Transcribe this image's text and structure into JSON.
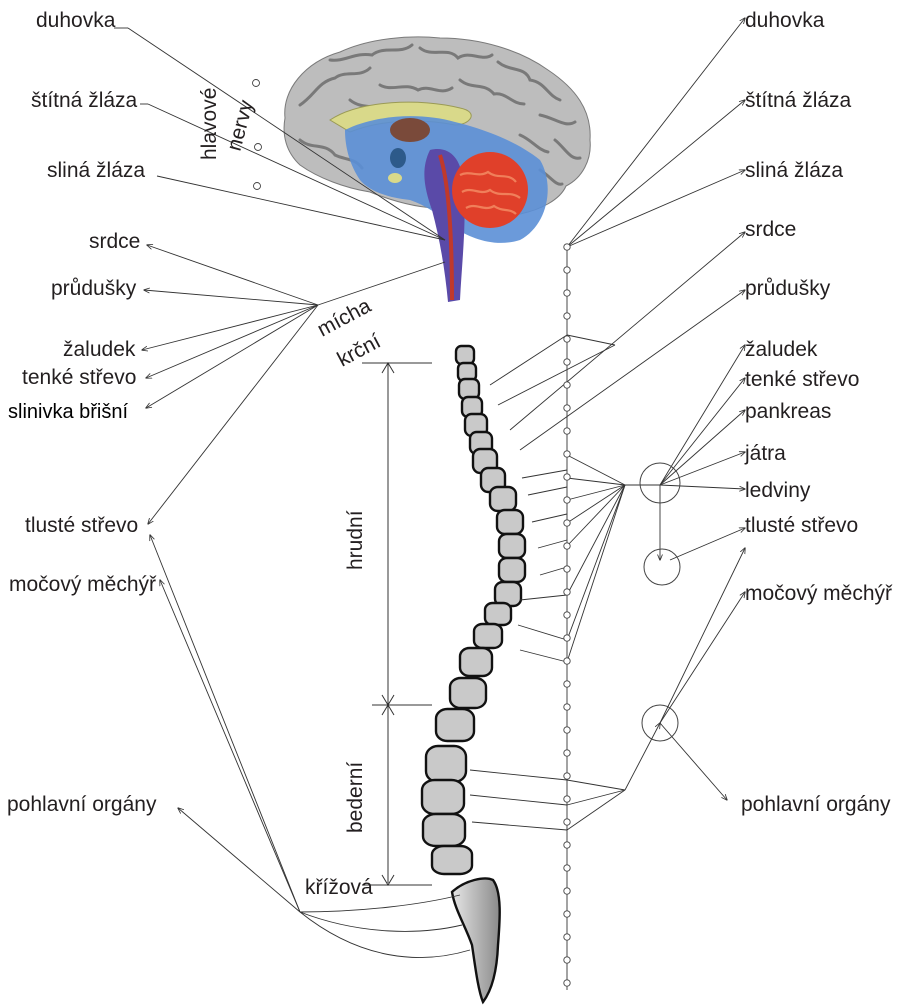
{
  "left_labels": {
    "duhovka": "duhovka",
    "stitna": "štítná žláza",
    "slina": "sliná žláza",
    "srdce": "srdce",
    "prudusky": "průdušky",
    "zaludek": "žaludek",
    "tenke": "tenké střevo",
    "slinivka": "slinivka břišní",
    "tluste": "tlusté střevo",
    "mocovy": "močový měchýř",
    "pohlavni": "pohlavní orgány"
  },
  "right_labels": {
    "duhovka": "duhovka",
    "stitna": "štítná žláza",
    "slina": "sliná žláza",
    "srdce": "srdce",
    "prudusky": "průdušky",
    "zaludek": "žaludek",
    "tenke": "tenké střevo",
    "pankreas": "pankreas",
    "jatra": "játra",
    "ledviny": "ledviny",
    "tluste": "tlusté střevo",
    "mocovy": "močový měchýř",
    "pohlavni": "pohlavní orgány"
  },
  "spine_labels": {
    "hlavove1": "hlavové",
    "hlavove2": "nervy",
    "micha1": "mícha",
    "micha2": "krční",
    "hrudni": "hrudní",
    "bederni": "bederní",
    "krizova": "křížová"
  },
  "colors": {
    "brain_gray": "#bdbdbd",
    "brain_blue": "#5b8fd6",
    "brainstem_purple": "#5a4aa8",
    "cerebellum_red": "#e0402a",
    "corpus_yellow": "#d9d98a",
    "vertebra": "#c9c9c9"
  }
}
